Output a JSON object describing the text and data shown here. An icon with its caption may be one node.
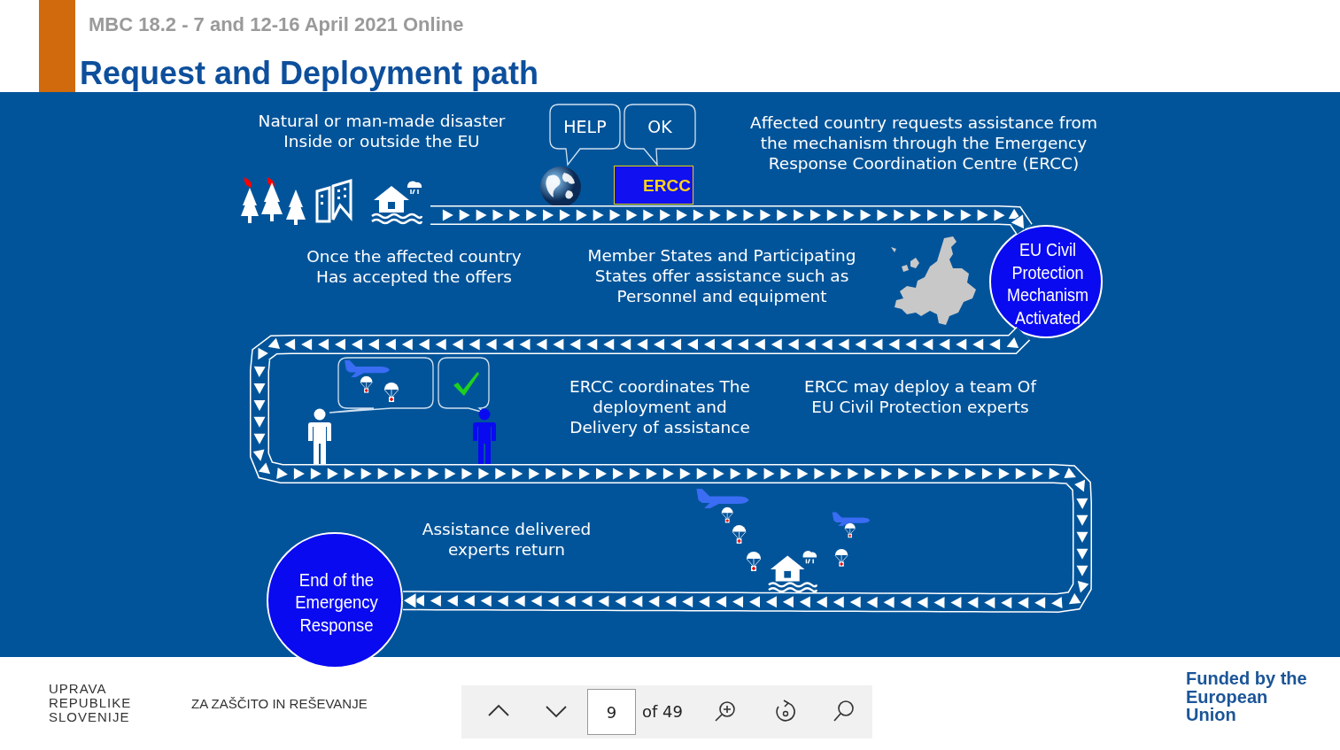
{
  "diagram": {
    "title": "Request and Deployment path",
    "nodes": [
      {
        "text": [],
        "shape": "picture"
      },
      {
        "text": [
          "HELP"
        ]
      },
      {
        "text": [
          "OK"
        ]
      },
      {
        "text": [
          "ERCC"
        ]
      },
      {
        "text": [
          "EU Civil Protection Mechanism Activated"
        ]
      },
      {
        "text": [],
        "shape": "box"
      },
      {
        "text": [],
        "shape": "box"
      },
      {
        "text": [
          "End of the Emergency Response"
        ]
      }
    ],
    "edges": [
      {
        "from": 0,
        "to": 4,
        "arrow": "to"
      },
      {
        "from": 4,
        "to": 7,
        "arrow": "to"
      }
    ],
    "labels": [
      "MBC 18.2 - 7 and 12-16 April 2021 Online",
      "Natural or man-made disaster Inside or outside the EU",
      "Affected country requests assistance from the mechanism through the Emergency Response Coordination Centre (ERCC)",
      "Once the affected country Has accepted the offers",
      "Member States and Participating States offer assistance such as Personnel and equipment",
      "ERCC coordinates The deployment and Delivery of assistance",
      "ERCC may deploy a team Of EU Civil Protection experts",
      "Assistance delivered experts return",
      "UPRAVA REPUBLIKE SLOVENIJE",
      "ZA ZAŠČITO IN REŠEVANJE",
      "9",
      "of 49",
      "Funded by the European Union"
    ]
  }
}
